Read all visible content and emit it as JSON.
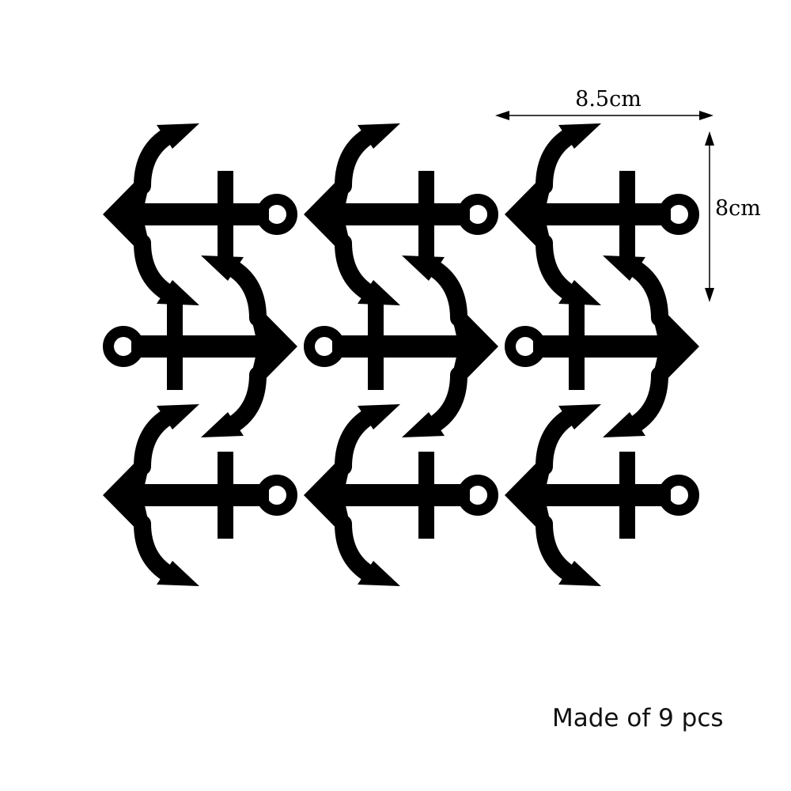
{
  "product": {
    "icon": "anchor-icon",
    "piece_count": 9,
    "color": "#000000"
  },
  "dimensions": {
    "width_label": "8.5cm",
    "height_label": "8cm"
  },
  "caption": "Made of 9 pcs"
}
